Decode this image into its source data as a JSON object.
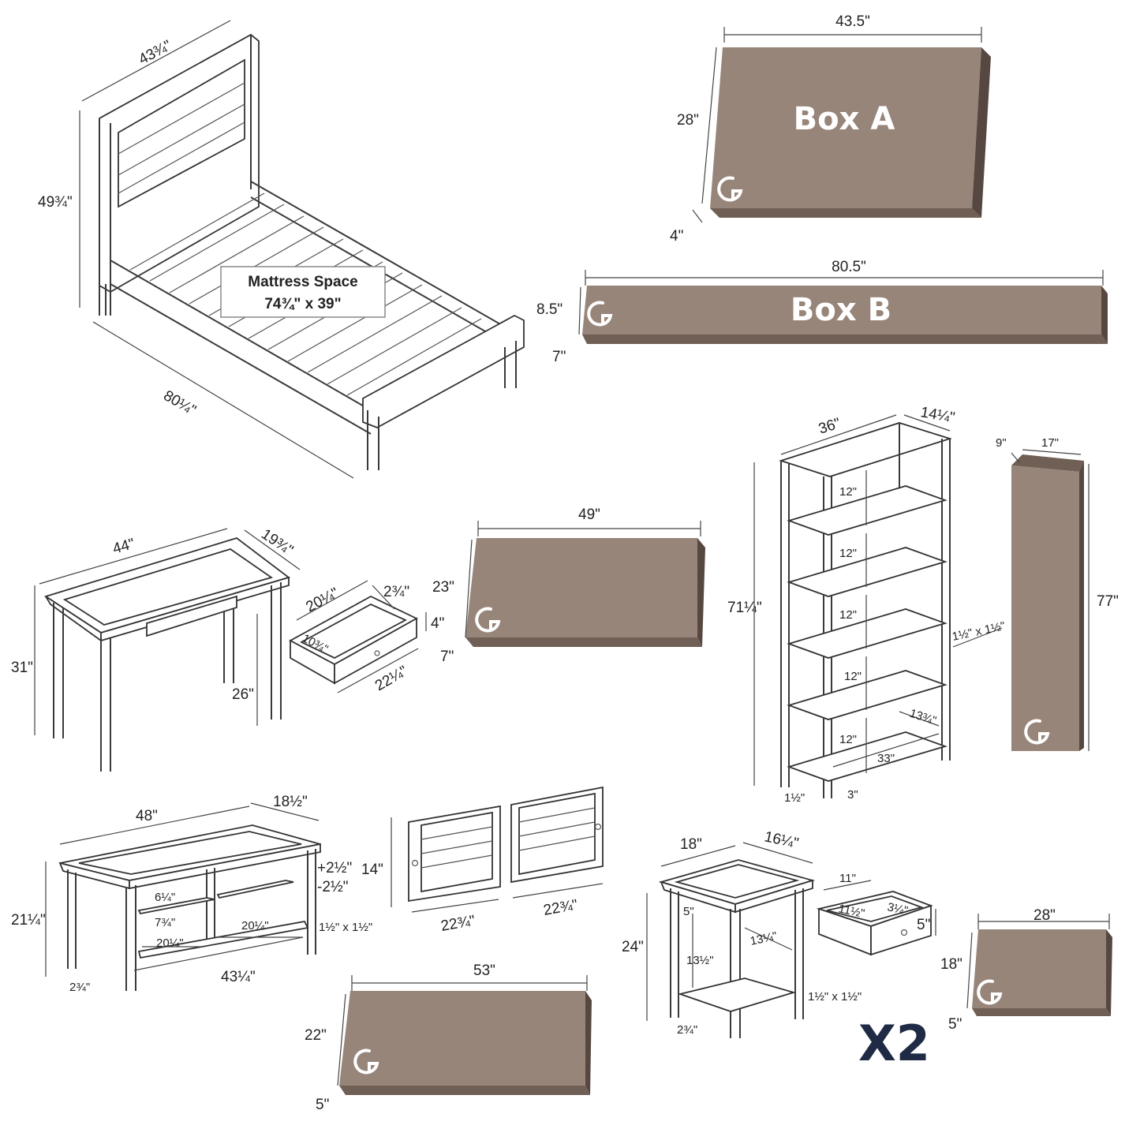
{
  "bed": {
    "width": "43¾\"",
    "height": "49¾\"",
    "length": "80¼\"",
    "mattress_title": "Mattress Space",
    "mattress_size": "74¾\" x 39\""
  },
  "box_a": {
    "label": "Box A",
    "width": "43.5\"",
    "height": "28\"",
    "depth": "4\""
  },
  "box_b": {
    "label": "Box B",
    "width": "80.5\"",
    "height": "8.5\"",
    "depth": "7\""
  },
  "desk": {
    "width": "44\"",
    "depth": "19¾\"",
    "height": "31\"",
    "knee_clearance": "26\"",
    "drawer_width": "20¼\"",
    "drawer_height": "2¾\"",
    "drawer_inner": "10¾\"",
    "drawer_front": "4\"",
    "drawer_depth": "22¼\""
  },
  "desk_box": {
    "width": "49\"",
    "height": "23\"",
    "depth": "7\""
  },
  "bookshelf": {
    "width": "36\"",
    "depth": "14¼\"",
    "height": "71¼\"",
    "shelf_spacing": [
      "12\"",
      "12\"",
      "12\"",
      "12\"",
      "12\""
    ],
    "post": "1½\" x 1½\"",
    "inner_depth": "13¾\"",
    "inner_width": "33\"",
    "foot": "1½\"",
    "clearance": "3\""
  },
  "bookshelf_box": {
    "width": "17\"",
    "depth": "9\"",
    "height": "77\""
  },
  "tv_stand": {
    "width": "48\"",
    "depth": "18½\"",
    "height": "21¼\"",
    "shelf_adjust_up": "+2½\"",
    "shelf_adjust_down": "-2½\"",
    "opening_height_1": "6¼\"",
    "opening_height_2": "7¾\"",
    "opening_width_left": "20¼\"",
    "opening_width_right": "20¼\"",
    "post": "1½\" x 1½\"",
    "inner_width": "43¼\"",
    "clearance": "2¾\""
  },
  "doors": {
    "height": "14\"",
    "width_left": "22¾\"",
    "width_right": "22¾\""
  },
  "tv_box": {
    "width": "53\"",
    "height": "22\"",
    "depth": "5\""
  },
  "nightstand": {
    "width": "18\"",
    "depth": "16¼\"",
    "height": "24\"",
    "drawer_height": "5\"",
    "open_height": "13½\"",
    "open_depth": "13¼\"",
    "post": "1½\" x 1½\"",
    "clearance": "2¾\"",
    "drawer_width": "11\"",
    "drawer_inner": "11½\"",
    "drawer_depth": "3¼\"",
    "drawer_front": "5\"",
    "quantity": "X2"
  },
  "nightstand_box": {
    "width": "28\"",
    "height": "18\"",
    "depth": "5\""
  },
  "colors": {
    "box_front": "#98857a",
    "box_side": "#564840",
    "quantity_text": "#1f2a44"
  },
  "icons": [
    "brand-logo-icon"
  ]
}
